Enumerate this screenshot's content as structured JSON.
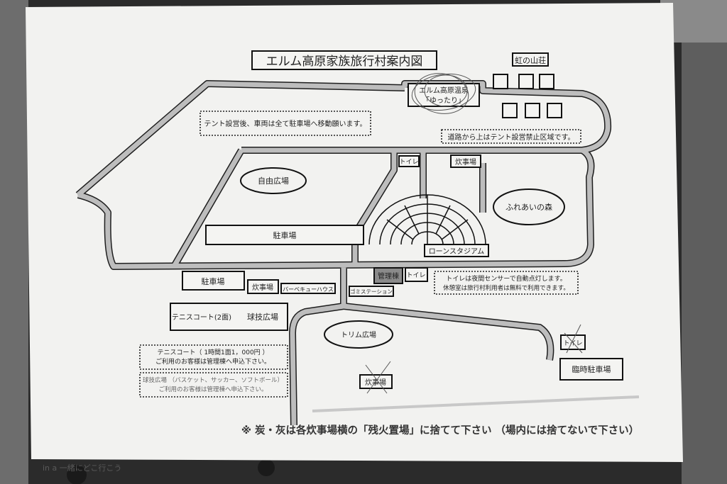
{
  "title": "エルム高原家族旅行村案内図",
  "places": {
    "rainbow_lodge": "虹の山荘",
    "onsen_line1": "エルム高原温泉",
    "onsen_line2": "「ゆったり」",
    "free_plaza": "自由広場",
    "fureai_forest": "ふれあいの森",
    "toilet_top": "トイレ",
    "kitchen_top": "炊事場",
    "parking_main": "駐車場",
    "lawn_stadium": "ローンスタジアム",
    "parking_left": "駐車場",
    "kitchen_left": "炊事場",
    "bbq_house": "バーベキューハウス",
    "admin_building": "管理棟",
    "toilet_admin": "トイレ",
    "garbage_station": "ゴミステーション",
    "tennis_court": "テニスコート(2面)",
    "ball_field": "球技広場",
    "trim_plaza": "トリム広場",
    "kitchen_bottom": "炊事場",
    "toilet_right": "トイレ",
    "temp_parking": "臨時駐車場"
  },
  "notices": {
    "vehicles": "テント設営後、車両は全て駐車場へ移動願います。",
    "no_tent": "道路から上はテント設営禁止区域です。",
    "toilet_line1": "トイレは夜間センサーで自動点灯します。",
    "toilet_line2": "休憩室は旅行村利用者は無料で利用できます。",
    "tennis_line1": "テニスコート（ 1時間1面1，000円 ）",
    "tennis_line2": "ご利用のお客様は管理棟へ申込下さい。",
    "ball_line1": "球技広場 （バスケット、サッカー、ソフトボール）",
    "ball_line2": "ご利用のお客様は管理棟へ申込下さい。",
    "footer": "※  炭・灰は各炊事場横の「残火置場」に捨てて下さい （場内には捨てないで下さい）"
  },
  "watermark": "in a 一緒にどこ行こう",
  "colors": {
    "paper": "#f2f2f0",
    "road": "#bdbdbd",
    "admin_fill": "#8a8a8a"
  }
}
